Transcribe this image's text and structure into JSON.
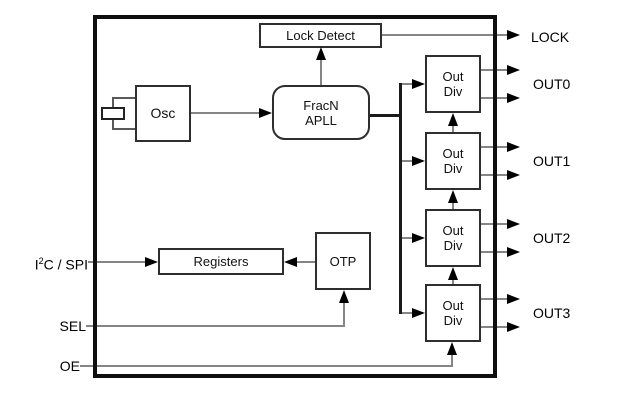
{
  "blocks": {
    "lock_detect": "Lock Detect",
    "osc": "Osc",
    "apll": {
      "line1": "FracN",
      "line2": "APLL"
    },
    "out_div": {
      "line1": "Out",
      "line2": "Div"
    },
    "registers": "Registers",
    "otp": "OTP"
  },
  "pins": {
    "lock": "LOCK",
    "outputs": [
      "OUT0",
      "OUT1",
      "OUT2",
      "OUT3"
    ],
    "i2c_spi": {
      "base": "I",
      "sup": "2",
      "rest": "C / SPI"
    },
    "sel": "SEL",
    "oe": "OE"
  },
  "colors": {
    "line_gray": "#858585",
    "ink": "#000000",
    "chip_border": "#0f0f0f",
    "background": "#ffffff"
  }
}
